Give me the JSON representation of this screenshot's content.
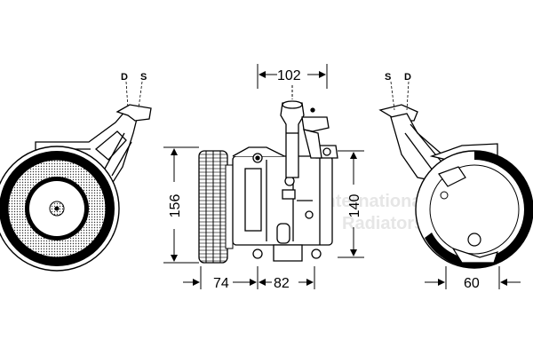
{
  "watermark": {
    "line1": "International",
    "line2": "Radiators"
  },
  "left_view": {
    "port_discharge": "D",
    "port_suction": "S"
  },
  "center_view": {
    "top_width": "102",
    "height_total": "156",
    "height_body": "140",
    "pulley_length": "74",
    "body_length": "82"
  },
  "right_view": {
    "port_suction": "S",
    "port_discharge": "D",
    "mount_width": "60"
  }
}
